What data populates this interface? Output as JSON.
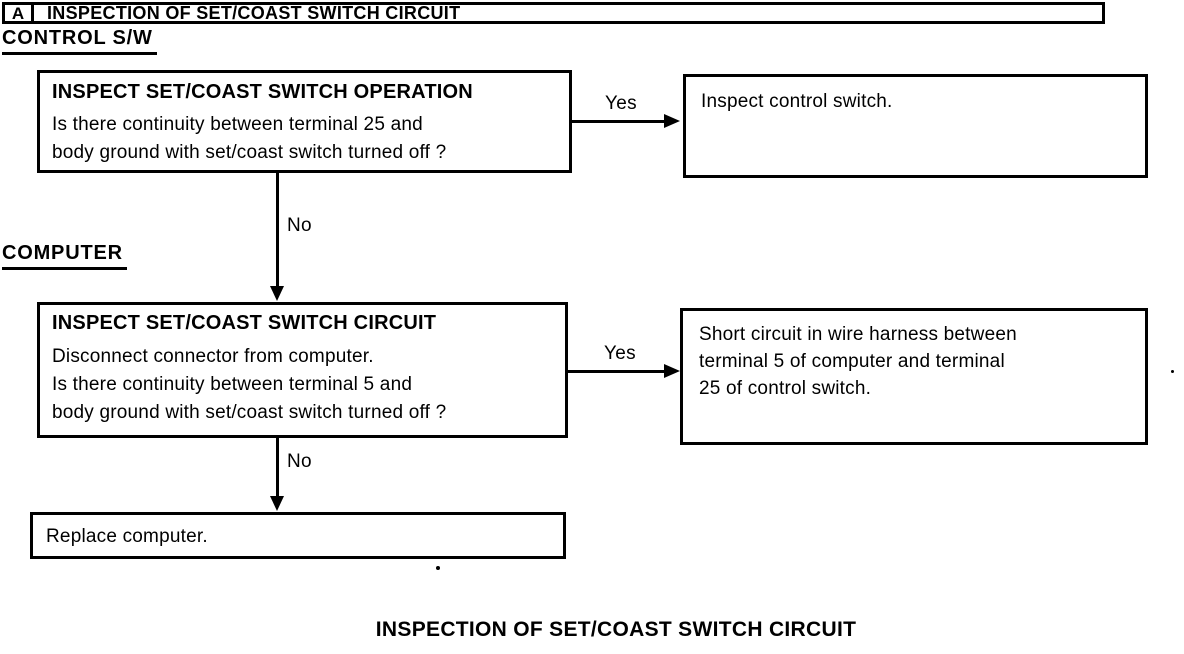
{
  "colors": {
    "ink": "#000000",
    "paper": "#ffffff"
  },
  "header": {
    "badge": "A",
    "title": "INSPECTION OF SET/COAST SWITCH CIRCUIT"
  },
  "labels": {
    "control_sw": "CONTROL S/W",
    "computer": "COMPUTER"
  },
  "flow": {
    "step1": {
      "title": "INSPECT SET/COAST SWITCH OPERATION",
      "lines": [
        "Is there continuity between terminal 25 and",
        "body ground with set/coast switch turned off ?"
      ],
      "yes_label": "Yes",
      "no_label": "No"
    },
    "result1": {
      "lines": [
        "Inspect control switch."
      ]
    },
    "step2": {
      "title": "INSPECT SET/COAST SWITCH CIRCUIT",
      "lines": [
        "Disconnect connector from computer.",
        "Is there continuity between terminal 5 and",
        "body ground with set/coast switch turned off ?"
      ],
      "yes_label": "Yes",
      "no_label": "No"
    },
    "result2": {
      "lines": [
        "Short circuit in wire harness between",
        "terminal 5 of computer and terminal",
        "25 of control switch."
      ]
    },
    "result3": {
      "lines": [
        "Replace computer."
      ]
    }
  },
  "caption": "INSPECTION OF SET/COAST SWITCH CIRCUIT"
}
